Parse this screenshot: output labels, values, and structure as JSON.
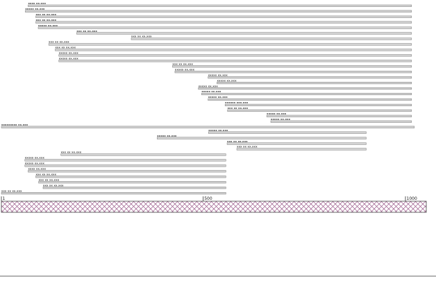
{
  "axis": {
    "min": 1,
    "max": 1000,
    "ticks": [
      1,
      500,
      1000
    ],
    "tick_labels": [
      "1",
      "500",
      "1000"
    ]
  },
  "track": {
    "pattern": "crosshatch",
    "stroke_color": "#9b5b8b",
    "fill_color": "#ffffff"
  },
  "colors": {
    "bar_fill": "#d4d4d4",
    "bar_stroke": "#7a7a7a",
    "label_text": "#333333"
  },
  "alignments": [
    {
      "label": "xxxx xx.xxx",
      "start": 67,
      "end": 1015
    },
    {
      "label": "xxxxx xx.xxx",
      "start": 60,
      "end": 1015
    },
    {
      "label": "xxx xx xx.xxx",
      "start": 86,
      "end": 1015
    },
    {
      "label": "xxx xx xx.xxx",
      "start": 86,
      "end": 1015
    },
    {
      "label": "xxxxx xx.xxx",
      "start": 92,
      "end": 1015
    },
    {
      "label": "xxx xx xx.xxx",
      "start": 187,
      "end": 1015
    },
    {
      "label": "xxx xx xx.xxx",
      "start": 322,
      "end": 1015
    },
    {
      "label": "xxx xx xx.xxx",
      "start": 118,
      "end": 1015
    },
    {
      "label": "xxx xx xx.xxx",
      "start": 134,
      "end": 1015
    },
    {
      "label": "xxxxx xx.xxx",
      "start": 143,
      "end": 1015
    },
    {
      "label": "xxxxx xx.xxx",
      "start": 143,
      "end": 1015
    },
    {
      "label": "xxx xx xx.xxx",
      "start": 424,
      "end": 1015
    },
    {
      "label": "xxxxx xx.xxx",
      "start": 430,
      "end": 1015
    },
    {
      "label": "xxxxx xx.xxx",
      "start": 512,
      "end": 1015
    },
    {
      "label": "xxxxx xx.xxx",
      "start": 534,
      "end": 1015
    },
    {
      "label": "xxxxx xx.xxx",
      "start": 488,
      "end": 1015
    },
    {
      "label": "xxxxx xx.xxx",
      "start": 496,
      "end": 1015
    },
    {
      "label": "xxxxx xx.xxx",
      "start": 512,
      "end": 1015
    },
    {
      "label": "xxxxxx xxx.xxx",
      "start": 554,
      "end": 1015
    },
    {
      "label": "xxx xx xx.xxx",
      "start": 560,
      "end": 1015
    },
    {
      "label": "xxxxx xx.xxx",
      "start": 657,
      "end": 1015
    },
    {
      "label": "xxxxx xx.xxx",
      "start": 667,
      "end": 1015
    },
    {
      "label": "xxxxxxxxx xx.xxx",
      "start": 1,
      "end": 1022
    },
    {
      "label": "xxxxx xx.xxx",
      "start": 513,
      "end": 903
    },
    {
      "label": "xxxxx xx.xxx",
      "start": 386,
      "end": 903
    },
    {
      "label": "xxx xx xx.xxx",
      "start": 559,
      "end": 903
    },
    {
      "label": "xxx xx xx.xxx",
      "start": 583,
      "end": 903
    },
    {
      "label": "xxx xx xx.xxx",
      "start": 148,
      "end": 556
    },
    {
      "label": "xxxxx xx.xxx",
      "start": 59,
      "end": 556
    },
    {
      "label": "xxxxx xx.xxx",
      "start": 59,
      "end": 556
    },
    {
      "label": "xxxx xx.xxx",
      "start": 67,
      "end": 556
    },
    {
      "label": "xxx xx xx.xxx",
      "start": 86,
      "end": 556
    },
    {
      "label": "xxx xx xx.xxx",
      "start": 93,
      "end": 556
    },
    {
      "label": "xxx xx xx.xxx",
      "start": 104,
      "end": 556
    },
    {
      "label": "xxx xx xx.xxx",
      "start": 1,
      "end": 556
    }
  ]
}
